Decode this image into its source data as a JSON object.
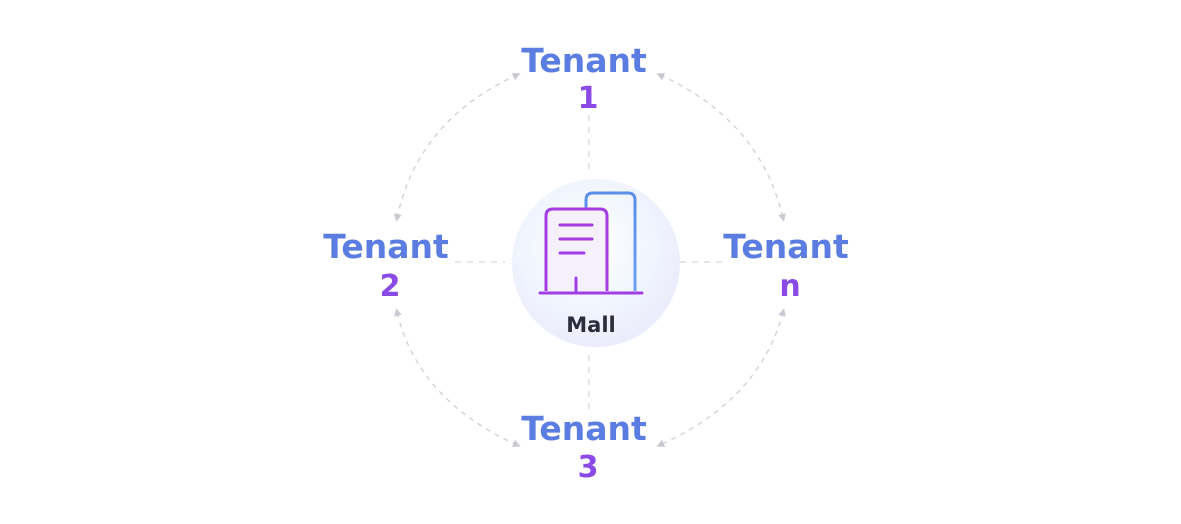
{
  "hub": {
    "label": "Mall",
    "icon": "building-icon"
  },
  "tenants": [
    {
      "name": "Tenant",
      "id": "1"
    },
    {
      "name": "Tenant",
      "id": "2"
    },
    {
      "name": "Tenant",
      "id": "n"
    },
    {
      "name": "Tenant",
      "id": "3"
    }
  ],
  "colors": {
    "tenant_name": "#5b7de2",
    "tenant_id": "#8a4ae6",
    "hub_label": "#2c2c3c",
    "connector": "#cfcfd6",
    "icon_purple": "#a23de6",
    "icon_blue": "#5b8ee8"
  }
}
